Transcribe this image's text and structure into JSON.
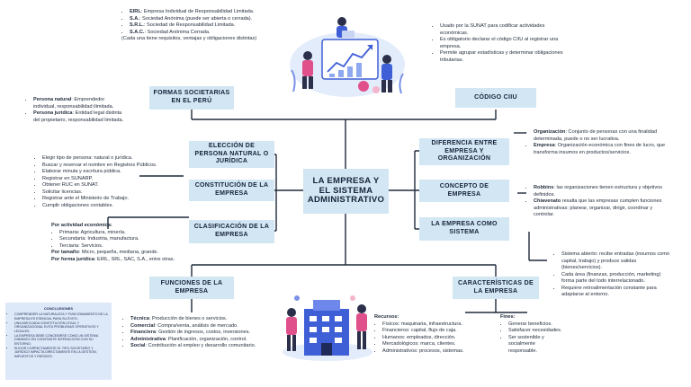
{
  "center": "LA EMPRESA Y EL SISTEMA ADMINISTRATIVO",
  "boxes": {
    "formas": "FORMAS SOCIETARIAS EN EL PERÚ",
    "ciiu": "CÓDIGO CIIU",
    "eleccion": "ELECCIÓN DE PERSONA NATURAL O JURÍDICA",
    "constitucion": "CONSTITUCIÓN DE LA EMPRESA",
    "clasificacion": "CLASIFICACIÓN DE LA EMPRESA",
    "diferencia": "DIFERENCIA ENTRE EMPRESA Y ORGANIZACIÓN",
    "concepto": "CONCEPTO DE EMPRESA",
    "sistema": "LA EMPRESA COMO SISTEMA",
    "funciones": "FUNCIONES DE LA EMPRESA",
    "caracteristicas": "CARACTERÍSTICAS DE LA EMPRESA"
  },
  "formas_list": [
    {
      "term": "EIRL",
      "desc": ": Empresa Individual de Responsabilidad Limitada."
    },
    {
      "term": "S.A.",
      "desc": ": Sociedad Anónima (puede ser abierta o cerrada)."
    },
    {
      "term": "S.R.L.",
      "desc": ": Sociedad de Responsabilidad Limitada."
    },
    {
      "term": "S.A.C.",
      "desc": ": Sociedad Anónima Cerrada."
    }
  ],
  "formas_note": "(Cada una tiene requisitos, ventajas y obligaciones distintas)",
  "ciiu_list": [
    "Usado por la SUNAT para codificar actividades económicas.",
    "Es obligatorio declarar el código CIIU al registrar una empresa.",
    "Permite agrupar estadísticas y determinar obligaciones tributarias."
  ],
  "persona_list": [
    {
      "term": "Persona natural",
      "desc": ": Emprendedor individual, responsabilidad ilimitada."
    },
    {
      "term": "Persona jurídica",
      "desc": ": Entidad legal distinta del propietario, responsabilidad limitada."
    }
  ],
  "pasos_list": [
    "Elegir tipo de persona: natural o jurídica.",
    "Buscar y reservar el nombre en Registros Públicos.",
    "Elaborar minuta y escritura pública.",
    "Registrar en SUNARP.",
    "Obtener RUC en SUNAT.",
    "Solicitar licencias.",
    "Registrar ante el Ministerio de Trabajo.",
    "Cumplir obligaciones contables."
  ],
  "clasif": {
    "actividad_label": "Por actividad económica:",
    "actividad_items": [
      "Primaria: Agricultura, minería.",
      "Secundaria: Industria, manufactura.",
      "Terciaria: Servicios."
    ],
    "tamano_label": "Por tamaño",
    "tamano_desc": ": Micro, pequeña, mediana, grande.",
    "juridica_label": "Por forma jurídica",
    "juridica_desc": ": EIRL, SRL, SAC, S.A., entre otras."
  },
  "conclusiones": {
    "title": "CONCLUSIONES",
    "items": [
      "COMPRENDER LA NATURALEZA Y FUNCIONAMIENTO DE LA EMPRESA ES ESENCIAL PARA SU ÉXITO.",
      "UNA ADECUADA CONSTITUCIÓN LEGAL Y ORGANIZACIONAL EVITA PROBLEMAS OPERATIVOS Y LEGALES.",
      "LA EMPRESA DEBE CONCEBIRSE COMO UN SISTEMA DINÁMICO EN CONSTANTE INTERACCIÓN CON SU ENTORNO.",
      "ELEGIR CORRECTAMENTE EL TIPO SOCIETARIO Y JURÍDICO IMPACTA DIRECTAMENTE EN LA GESTIÓN, IMPUESTOS Y RIESGOS."
    ]
  },
  "diferencia_list": [
    {
      "term": "Organización",
      "desc": ": Conjunto de personas con una finalidad determinada, puede o no ser lucrativa."
    },
    {
      "term": "Empresa",
      "desc": ": Organización económica con fines de lucro, que transforma insumos en productos/servicios."
    }
  ],
  "concepto_list": [
    {
      "term": "Robbins",
      "desc": ": las organizaciones tienen estructura y objetivos definidos."
    },
    {
      "term": "Chiavenato",
      "desc": " resalta que las empresas cumplen funciones administrativas: planear, organizar, dirigir, coordinar y controlar."
    }
  ],
  "sistema_list": [
    "Sistema abierto: recibe entradas (insumos como capital, trabajo) y produce salidas (bienes/servicios).",
    "Cada área (finanzas, producción, marketing) forma parte del todo interrelacionado.",
    "Requiere retroalimentación constante para adaptarse al entorno."
  ],
  "funciones_list": [
    {
      "term": "Técnica",
      "desc": ": Producción de bienes o servicios."
    },
    {
      "term": "Comercial",
      "desc": ": Compra/venta, análisis de mercado."
    },
    {
      "term": "Financiera",
      "desc": ": Gestión de ingresos, costos, inversiones."
    },
    {
      "term": "Administrativa",
      "desc": ": Planificación, organización, control."
    },
    {
      "term": "Social",
      "desc": ": Contribución al empleo y desarrollo comunitario."
    }
  ],
  "recursos": {
    "label": "Recursos",
    "items": [
      "Físicos: maquinaria, infraestructura.",
      "Financieros: capital, flujo de caja.",
      "Humanos: empleados, dirección.",
      "Mercadológicos: marca, clientes.",
      "Administrativos: procesos, sistemas."
    ]
  },
  "fines": {
    "label": "Fines",
    "items": [
      "Generar beneficios.",
      "Satisfacer necesidades.",
      "Ser sostenible y socialmente responsable."
    ]
  },
  "colors": {
    "box": "#d3e6f3",
    "line": "#1e2a3a",
    "conclusion_bg": "#dde8f8"
  }
}
